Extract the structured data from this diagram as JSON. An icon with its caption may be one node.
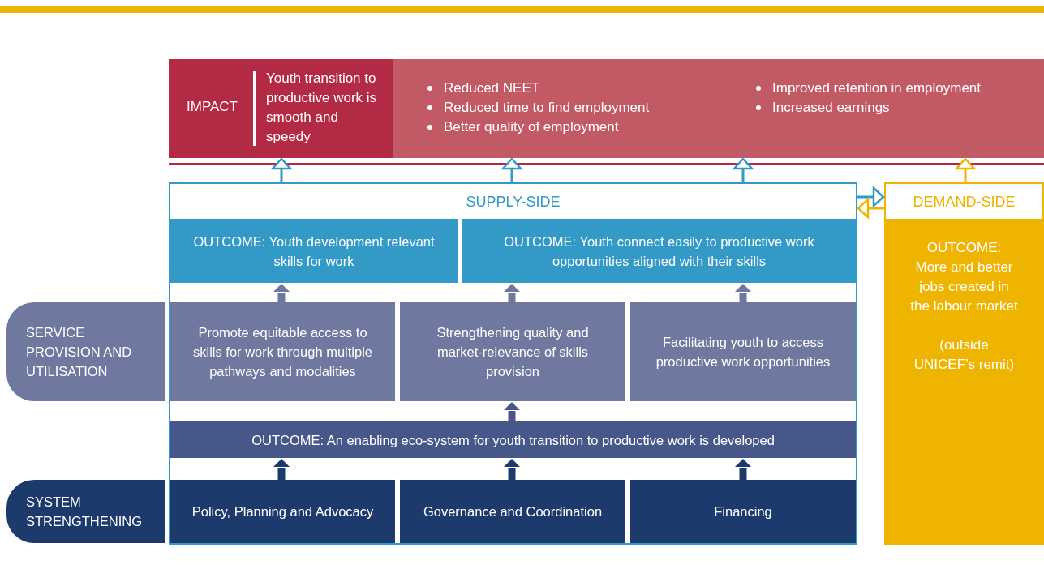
{
  "diagram": {
    "nodes": [
      {
        "text": [
          "IMPACT",
          "Youth transition to productive work is smooth and speedy"
        ]
      },
      {
        "text": [
          "Reduced NEET",
          "Reduced time to find employment",
          "Better quality of employment",
          "Improved retention in employment",
          "Increased earnings"
        ]
      },
      {
        "text": [
          "SUPPLY-SIDE"
        ]
      },
      {
        "text": [
          "OUTCOME: Youth development relevant skills for work"
        ],
        "in": 2
      },
      {
        "text": [
          "OUTCOME: Youth connect easily to productive work opportunities aligned with their skills"
        ],
        "in": 2
      },
      {
        "text": [
          "Promote equitable access to skills for work through multiple pathways and modalities"
        ],
        "in": 2
      },
      {
        "text": [
          "Strengthening quality and market-relevance of skills provision"
        ],
        "in": 2
      },
      {
        "text": [
          "Facilitating youth to access productive work opportunities"
        ],
        "in": 2
      },
      {
        "text": [
          "OUTCOME: An enabling eco-system for youth transition to productive work is developed"
        ],
        "in": 2
      },
      {
        "text": [
          "Policy, Planning and Advocacy"
        ],
        "in": 2
      },
      {
        "text": [
          "Governance and Coordination"
        ],
        "in": 2
      },
      {
        "text": [
          "Financing"
        ],
        "in": 2
      },
      {
        "text": [
          "DEMAND-SIDE",
          "OUTCOME: More and better jobs created in the labour market",
          "(outside UNICEF’s remit)"
        ]
      },
      {
        "text": [
          "SERVICE PROVISION AND UTILISATION"
        ]
      },
      {
        "text": [
          "SYSTEM STRENGTHENING"
        ]
      }
    ],
    "edges": [
      {
        "from": 2,
        "to": 0,
        "arrow": "to",
        "color": "#3399c6"
      },
      {
        "from": 2,
        "to": 1,
        "arrow": "to",
        "color": "#3399c6"
      },
      {
        "from": 2,
        "to": 1,
        "arrow": "to",
        "color": "#3399c6"
      },
      {
        "from": 12,
        "to": 1,
        "arrow": "to",
        "color": "#eeb400"
      },
      {
        "from": 2,
        "to": 12,
        "arrow": "to",
        "color": "#3399c6"
      },
      {
        "from": 12,
        "to": 2,
        "arrow": "to",
        "color": "#eeb400"
      },
      {
        "from": 5,
        "to": 3,
        "arrow": "to",
        "color": "#6f789f"
      },
      {
        "from": 6,
        "to": 4,
        "arrow": "to",
        "color": "#6f789f"
      },
      {
        "from": 7,
        "to": 4,
        "arrow": "to",
        "color": "#6f789f"
      },
      {
        "from": 8,
        "to": 6,
        "arrow": "to",
        "color": "#48578a"
      },
      {
        "from": 9,
        "to": 8,
        "arrow": "to",
        "color": "#1c3a6c"
      },
      {
        "from": 10,
        "to": 8,
        "arrow": "to",
        "color": "#1c3a6c"
      },
      {
        "from": 11,
        "to": 8,
        "arrow": "to",
        "color": "#1c3a6c"
      }
    ]
  }
}
